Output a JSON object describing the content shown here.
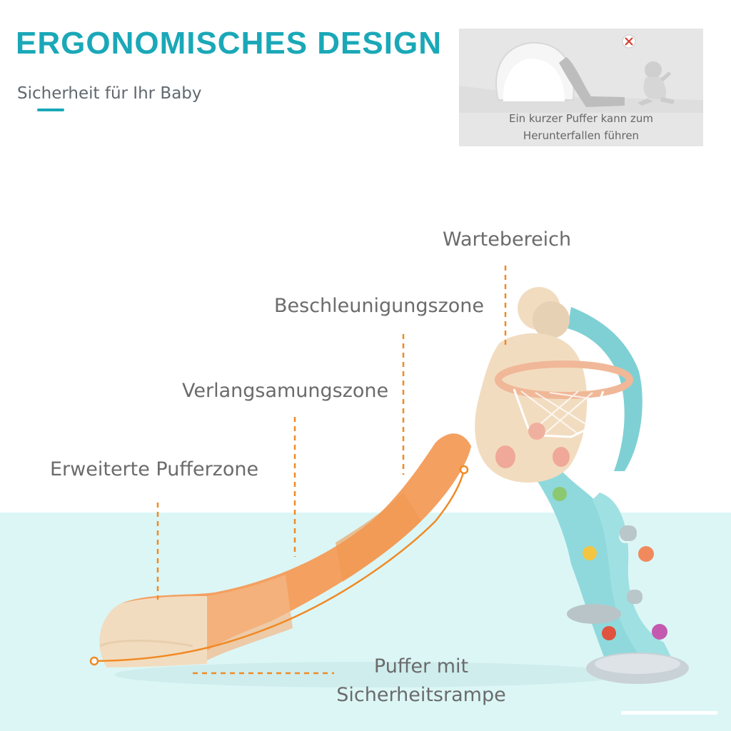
{
  "header": {
    "title": "ERGONOMISCHES DESIGN",
    "subtitle": "Sicherheit für Ihr Baby"
  },
  "inset": {
    "caption_line1": "Ein kurzer Puffer kann zum",
    "caption_line2": "Herunterfallen führen",
    "badge_icon": "cross-icon"
  },
  "callouts": {
    "waiting_area": "Wartebereich",
    "acceleration_zone": "Beschleunigungszone",
    "deceleration_zone": "Verlangsamungszone",
    "extended_buffer_zone": "Erweiterte Pufferzone",
    "buffer_line1": "Puffer mit",
    "buffer_line2": "Sicherheitsrampe"
  },
  "colors": {
    "accent": "#1aa8b8",
    "callout_line": "#f08a24",
    "slide_orange": "#f4a060",
    "slide_beige": "#f2dcc0",
    "frame_teal": "#8fd9dc",
    "floor": "#dcf6f6"
  }
}
